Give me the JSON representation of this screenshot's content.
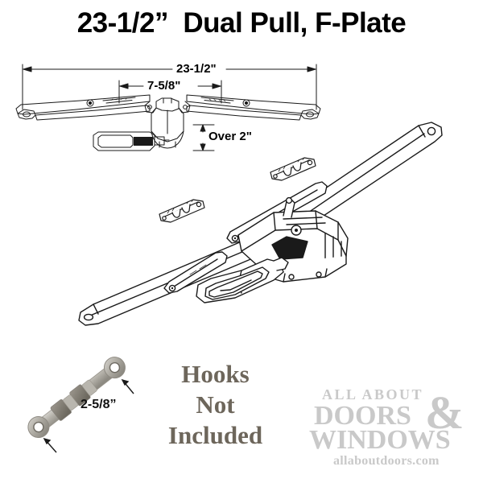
{
  "title": "23-1/2”  Dual Pull, F-Plate",
  "dimension_diagram": {
    "name": "side-view-dimension-drawing",
    "overall_width_label": "23-1/2\"",
    "inner_span_label": "7-5/8\"",
    "height_label": "Over 2\""
  },
  "main_drawing": {
    "name": "dual-pull-operator-perspective-drawing",
    "description": "Dual arm window operator with F-plate base and folding handle"
  },
  "hook_detail": {
    "name": "hook-photo",
    "size_label": "2-5/8”",
    "note_lines": [
      "Hooks",
      "Not",
      "Included"
    ],
    "note_color": "#6d665b"
  },
  "watermark": {
    "line1": "ALL ABOUT",
    "line2": "DOORS",
    "line3": "WINDOWS",
    "ampersand": "&",
    "url": "allaboutdoors.com",
    "color": "#c4c4c4"
  },
  "colors": {
    "background": "#ffffff",
    "line": "#1a1a1a",
    "title": "#000000",
    "note": "#6d665b",
    "watermark": "#c4c4c4"
  }
}
